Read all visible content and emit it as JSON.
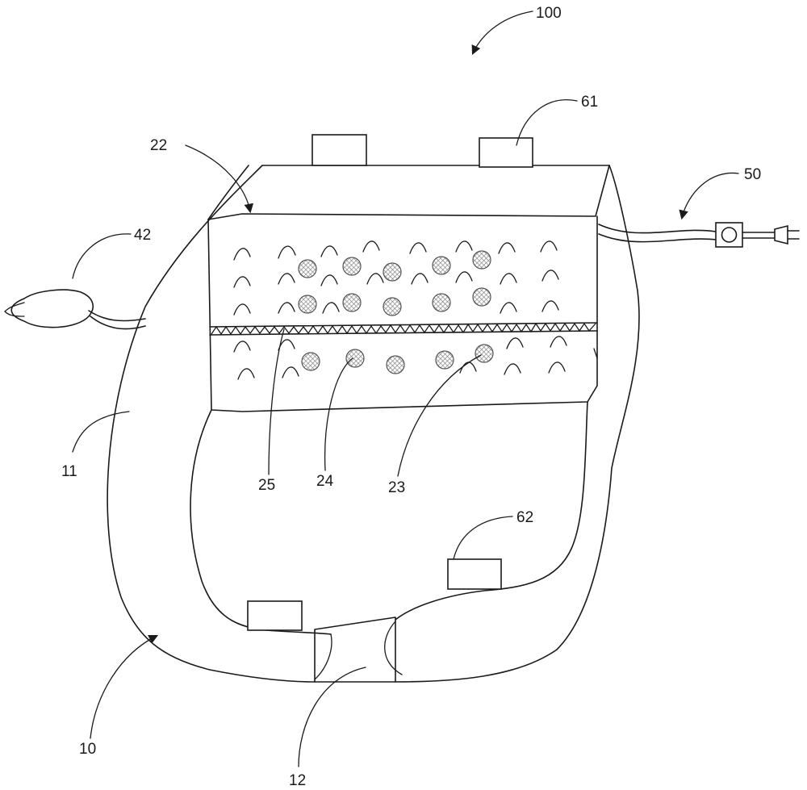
{
  "figure": {
    "labels": {
      "device": "100",
      "top_clip": "61",
      "chamber": "22",
      "power_cord": "50",
      "pump_bulb": "42",
      "bag_outer": "11",
      "mesh_divider": "25",
      "bead_fill": "24",
      "fiber_fill": "23",
      "lower_clip": "62",
      "bag_body": "10",
      "outlet": "12"
    },
    "icons": {
      "plug": "power-plug-icon",
      "switch": "power-switch-icon",
      "bulb": "inflation-bulb-icon"
    },
    "colors": {
      "line": "#1a1a1a",
      "bead_hatch": "#777777"
    }
  }
}
